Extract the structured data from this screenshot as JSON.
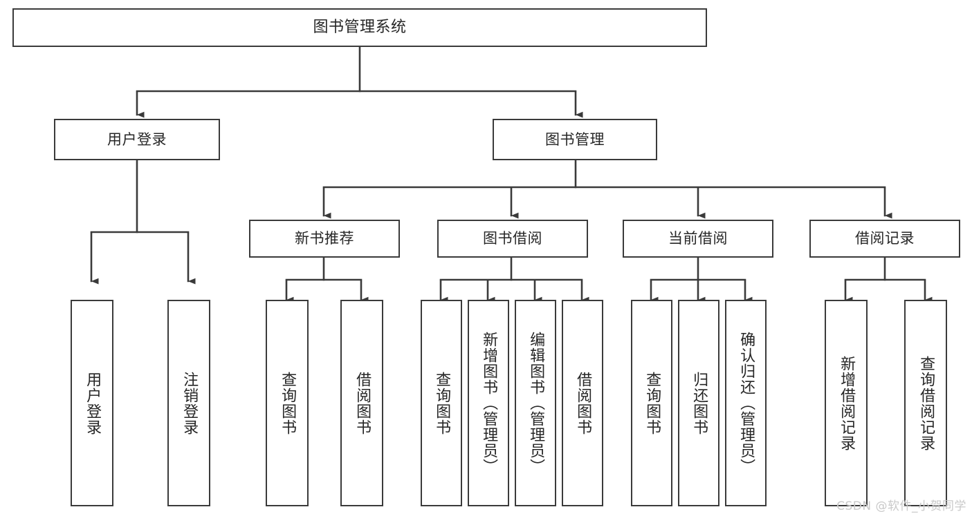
{
  "diagram": {
    "type": "tree",
    "title": "图书管理系统",
    "watermark": "CSDN @软件_小贺同学",
    "colors": {
      "background": "#ffffff",
      "box_border": "#3a3a3a",
      "box_fill": "#ffffff",
      "text": "#262626",
      "connector": "#3a3a3a",
      "watermark": "#c9c9c9"
    },
    "nodes": {
      "root": {
        "label": "图书管理系统"
      },
      "level1": [
        {
          "label": "用户登录"
        },
        {
          "label": "图书管理"
        }
      ],
      "level2": [
        {
          "label": "新书推荐"
        },
        {
          "label": "图书借阅"
        },
        {
          "label": "当前借阅"
        },
        {
          "label": "借阅记录"
        }
      ],
      "leaves": {
        "user_login": [
          {
            "label": "用户登录"
          },
          {
            "label": "注销登录"
          }
        ],
        "new_book_recommend": [
          {
            "label": "查询图书"
          },
          {
            "label": "借阅图书"
          }
        ],
        "book_borrow": [
          {
            "label": "查询图书"
          },
          {
            "label": "新增图书（管理员）"
          },
          {
            "label": "编辑图书（管理员）"
          },
          {
            "label": "借阅图书"
          }
        ],
        "current_borrow": [
          {
            "label": "查询图书"
          },
          {
            "label": "归还图书"
          },
          {
            "label": "确认归还（管理员）"
          }
        ],
        "borrow_record": [
          {
            "label": "新增借阅记录"
          },
          {
            "label": "查询借阅记录"
          }
        ]
      }
    }
  }
}
